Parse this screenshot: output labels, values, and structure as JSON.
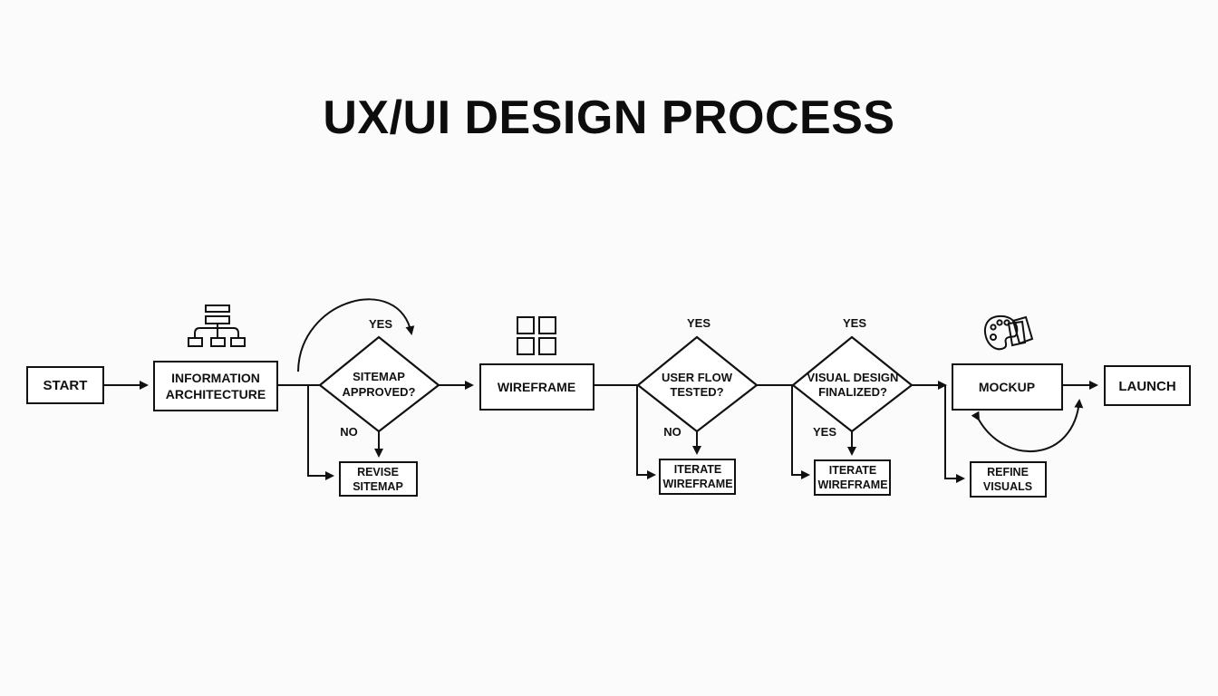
{
  "title": "UX/UI DESIGN PROCESS",
  "nodes": {
    "start": {
      "lines": [
        "START"
      ]
    },
    "ia": {
      "lines": [
        "INFORMATION",
        "ARCHITECTURE"
      ],
      "icon": "sitemap-icon"
    },
    "sitemap_approved": {
      "lines": [
        "SITEMAP",
        "APPROVED?"
      ]
    },
    "revise_sitemap": {
      "lines": [
        "REVISE",
        "SITEMAP"
      ]
    },
    "wireframe": {
      "lines": [
        "WIREFRAME"
      ],
      "icon": "grid-icon"
    },
    "user_flow": {
      "lines": [
        "USER FLOW",
        "TESTED?"
      ]
    },
    "iterate_wireframe_1": {
      "lines": [
        "ITERATE",
        "WIREFRAME"
      ]
    },
    "visual_design": {
      "lines": [
        "VISUAL DESIGN",
        "FINALIZED?"
      ]
    },
    "iterate_wireframe_2": {
      "lines": [
        "ITERATE",
        "WIREFRAME"
      ]
    },
    "mockup": {
      "lines": [
        "MOCKUP"
      ],
      "icon": "palette-icon"
    },
    "refine_visuals": {
      "lines": [
        "REFINE",
        "VISUALS"
      ]
    },
    "launch": {
      "lines": [
        "LAUNCH"
      ]
    }
  },
  "edge_labels": {
    "sitemap_yes": "YES",
    "sitemap_no": "NO",
    "userflow_yes": "YES",
    "userflow_no": "NO",
    "visual_yes_top": "YES",
    "visual_yes_bottom": "YES"
  }
}
